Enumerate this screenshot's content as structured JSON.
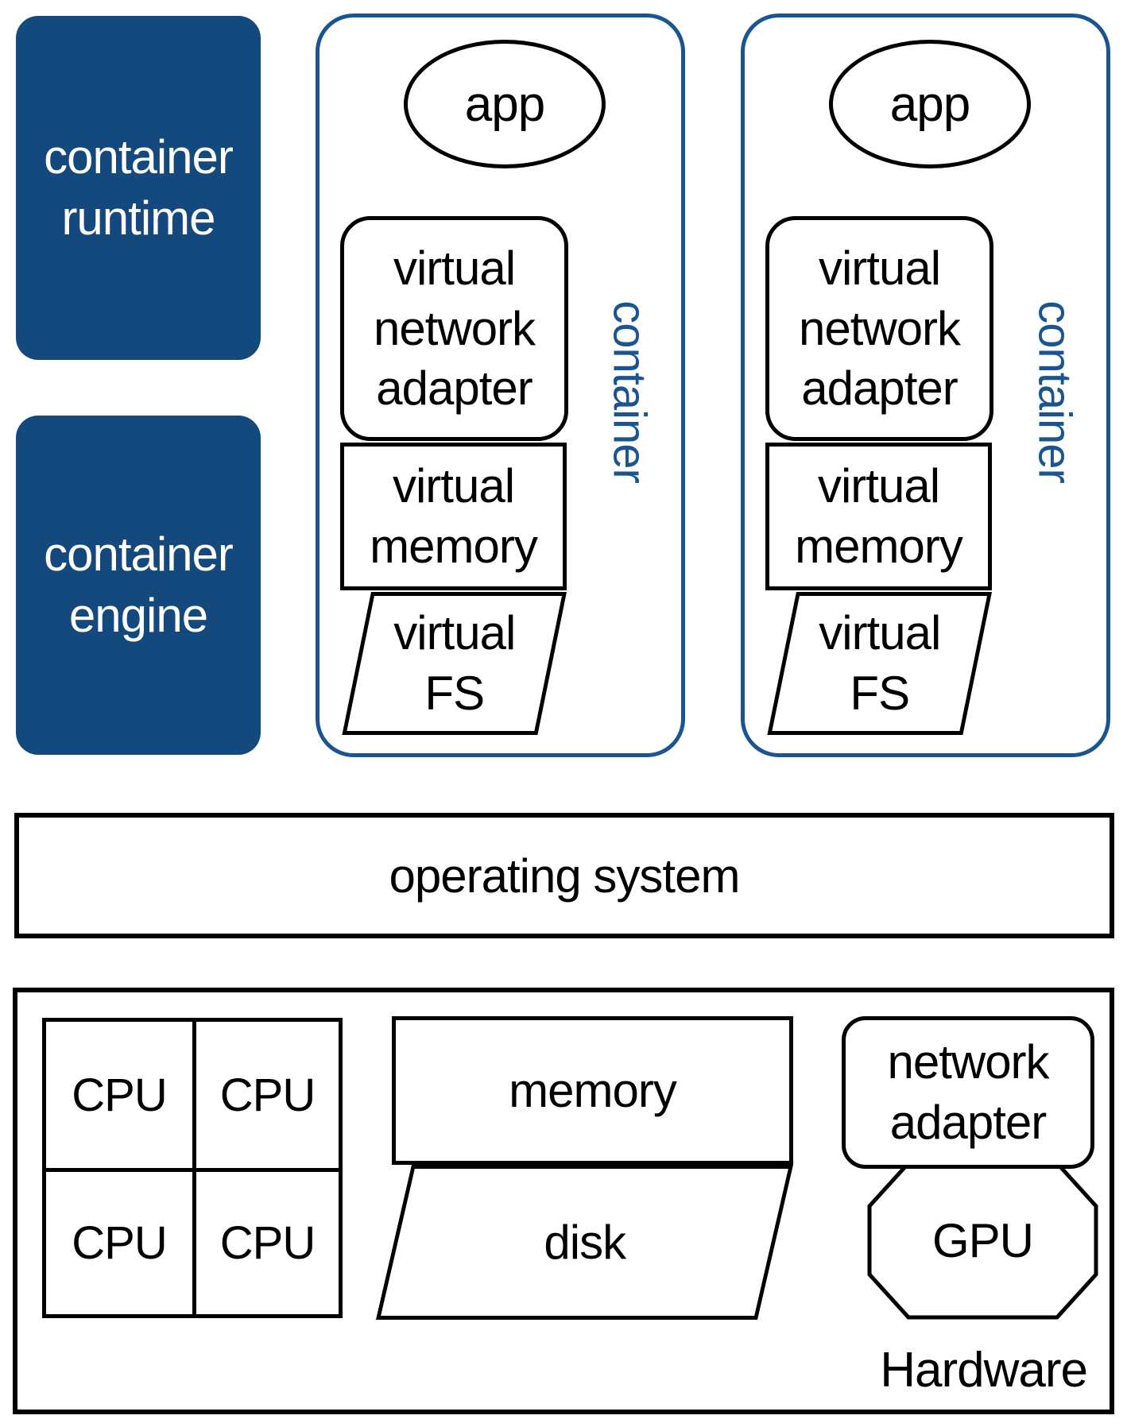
{
  "colors": {
    "blue_fill": "#14497E",
    "blue_line": "#1A5592",
    "stroke_black": "#000000",
    "background": "#FFFFFF"
  },
  "left_column": {
    "runtime_label": "container runtime",
    "engine_label": "container engine"
  },
  "containers": [
    {
      "side_label": "container",
      "app_label": "app",
      "vna_label": "virtual network adapter",
      "vmem_label": "virtual memory",
      "vfs_label": "virtual FS"
    },
    {
      "side_label": "container",
      "app_label": "app",
      "vna_label": "virtual network adapter",
      "vmem_label": "virtual memory",
      "vfs_label": "virtual FS"
    }
  ],
  "os_bar": {
    "label": "operating system"
  },
  "hardware": {
    "label": "Hardware",
    "cpu_labels": [
      "CPU",
      "CPU",
      "CPU",
      "CPU"
    ],
    "memory_label": "memory",
    "disk_label": "disk",
    "network_adapter_label": "network adapter",
    "gpu_label": "GPU"
  }
}
